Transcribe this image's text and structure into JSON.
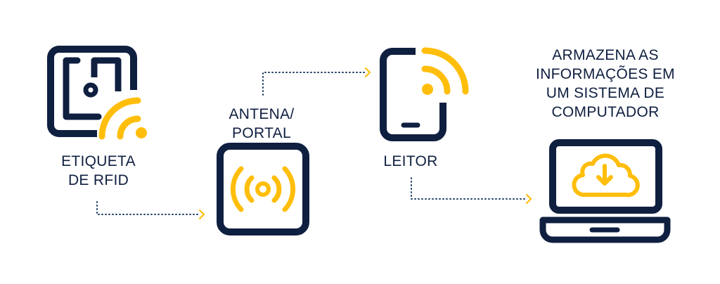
{
  "colors": {
    "navy": "#0f1f40",
    "yellow": "#ffbe0b",
    "arrow_dots": "#1f3f66"
  },
  "steps": [
    {
      "icon": "rfid-tag-icon",
      "lines": [
        "ETIQUETA",
        "DE RFID"
      ]
    },
    {
      "icon": "antenna-portal-icon",
      "lines": [
        "ANTENA/",
        "PORTAL"
      ]
    },
    {
      "icon": "reader-phone-icon",
      "lines": [
        "LEITOR"
      ]
    },
    {
      "icon": "laptop-cloud-download-icon",
      "lines": [
        "ARMAZENA AS",
        "INFORMAÇÕES EM",
        "UM SISTEMA DE",
        "COMPUTADOR"
      ]
    }
  ]
}
